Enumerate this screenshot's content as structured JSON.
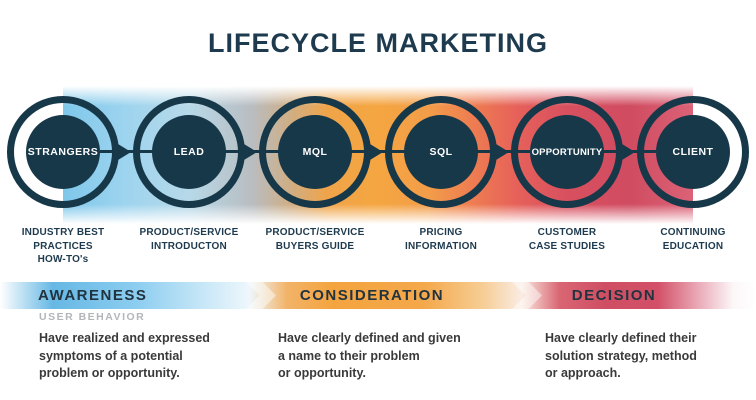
{
  "title": "LIFECYCLE MARKETING",
  "colors": {
    "navy": "#173849",
    "band_blue": "#7ec7ea",
    "band_silver": "#b9bdc1",
    "band_orange": "#f5a641",
    "band_red": "#d04c60",
    "phase_text": "#21333f",
    "user_behavior_gray": "#b3b6b8",
    "body_text": "#3a3a3a"
  },
  "funnel": {
    "stages": [
      {
        "name": "STRANGERS",
        "offer": [
          "INDUSTRY BEST",
          "PRACTICES",
          "HOW-TO's"
        ]
      },
      {
        "name": "LEAD",
        "offer": [
          "PRODUCT/SERVICE",
          "INTRODUCTON"
        ]
      },
      {
        "name": "MQL",
        "offer": [
          "PRODUCT/SERVICE",
          "BUYERS GUIDE"
        ]
      },
      {
        "name": "SQL",
        "offer": [
          "PRICING",
          "INFORMATION"
        ]
      },
      {
        "name": "OPPORTUNITY",
        "offer": [
          "CUSTOMER",
          "CASE STUDIES"
        ]
      },
      {
        "name": "CLIENT",
        "offer": [
          "CONTINUING",
          "EDUCATION"
        ]
      }
    ]
  },
  "phases": {
    "section_label": "USER BEHAVIOR",
    "items": [
      {
        "name": "AWARENESS",
        "behavior": [
          "Have realized and expressed",
          "symptoms of a potential",
          "problem or opportunity."
        ]
      },
      {
        "name": "CONSIDERATION",
        "behavior": [
          "Have clearly defined and given",
          "a name to their problem",
          "or opportunity."
        ]
      },
      {
        "name": "DECISION",
        "behavior": [
          "Have clearly defined their",
          "solution strategy, method",
          "or approach."
        ]
      }
    ]
  }
}
